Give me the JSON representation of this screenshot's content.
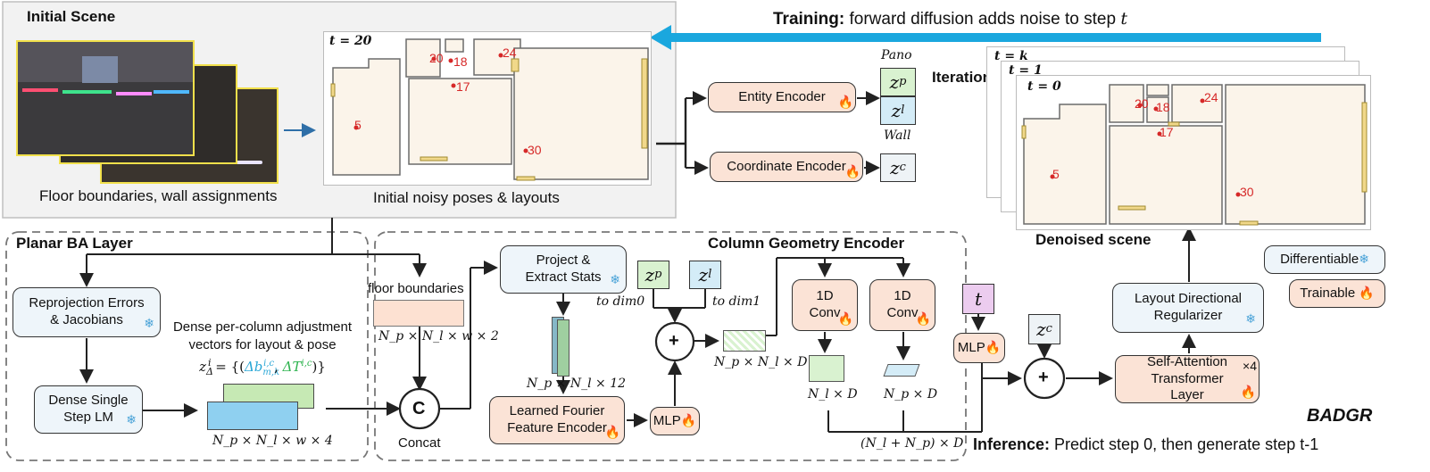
{
  "initial_scene": {
    "title": "Initial Scene",
    "caption_left": "Floor boundaries, wall assignments",
    "caption_right": "Initial noisy poses & layouts",
    "t_label": "t = 20",
    "room_ids": [
      "20",
      "18",
      "24",
      "17",
      "5",
      "30"
    ]
  },
  "training": {
    "bold": "Training:",
    "text": " forward diffusion adds noise to step ",
    "var": "t"
  },
  "encoders": {
    "entity": "Entity Encoder",
    "coordinate": "Coordinate Encoder",
    "zp": "z",
    "zp_sub": "p",
    "zl": "z",
    "zl_sub": "l",
    "zc": "z",
    "zc_sub": "c",
    "pano": "Pano",
    "wall": "Wall"
  },
  "iteration": {
    "label": "Iteration",
    "frames": [
      "t = k",
      "t = 1",
      "t = 0"
    ],
    "room_ids": [
      "20",
      "18",
      "24",
      "17",
      "5",
      "30"
    ],
    "caption": "Denoised scene"
  },
  "planar_ba": {
    "title": "Planar BA Layer",
    "reproj": "Reprojection Errors & Jacobians",
    "lm": "Dense Single Step LM",
    "dense_text_1": "Dense per-column adjustment",
    "dense_text_2": "vectors for layout & pose",
    "z_delta": "z",
    "z_delta_sub": "Δ",
    "z_delta_sup": "i",
    "z_delta_eq": " = {(",
    "delta_b": "Δb",
    "delta_b_sub": "m,k",
    "delta_b_sup": "i,c",
    "delta_t": "ΔT",
    "delta_t_sup": "i,c",
    "z_delta_end": ")}",
    "tensor_dims": "N_p × N_l × w × 4"
  },
  "column_geo": {
    "title": "Column Geometry Encoder",
    "floor_boundaries": "floor boundaries",
    "fb_dims": "N_p × N_l × w × 2",
    "concat": "Concat",
    "concat_symbol": "C",
    "project": "Project & Extract Stats",
    "stats_dims": "N_p × N_l × 12",
    "fourier": "Learned Fourier Feature Encoder",
    "mlp": "MLP",
    "to_dim0": "to dim0",
    "to_dim1": "to dim1",
    "plus": "+",
    "sum_dims": "N_p × N_l × D",
    "conv1": "1D Conv",
    "conv2": "1D Conv",
    "nl_dims": "N_l × D",
    "np_dims": "N_p × D",
    "merge_dims": "(N_l + N_p) × D"
  },
  "transformer": {
    "t_box": "t",
    "mlp": "MLP",
    "zc": "z",
    "zc_sub": "c",
    "sa": "Self-Attention Transformer Layer",
    "x4": "×4",
    "regularizer": "Layout Directional Regularizer"
  },
  "legend": {
    "differentiable": "Differentiable",
    "trainable": "Trainable"
  },
  "badgr": "BADGR",
  "inference": {
    "bold": "Inference:",
    "text": " Predict step 0, then generate step t-1"
  },
  "colors": {
    "cyan_arrow": "#1aa7de",
    "blue_box": "#eef5fa",
    "peach_box": "#fbe3d6",
    "zp_green": "#d9f2d0",
    "zl_blue": "#d4ecf7",
    "t_purple": "#ecccef",
    "panel_grey": "#f2f2f2"
  },
  "icons": {
    "trainable": "flame-icon",
    "differentiable": "snowflake-icon"
  }
}
